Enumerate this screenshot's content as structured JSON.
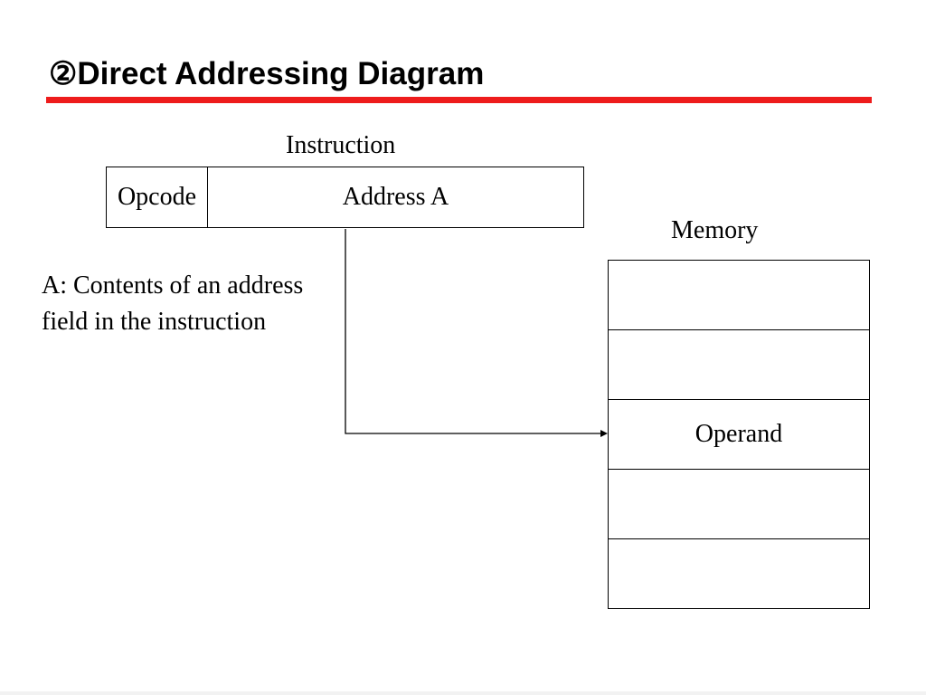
{
  "slide": {
    "title": "②Direct Addressing Diagram",
    "accent_color": "#ee1c1c"
  },
  "instruction": {
    "label": "Instruction",
    "opcode": "Opcode",
    "address": "Address A"
  },
  "note": "A: Contents of an address field in the instruction",
  "memory": {
    "label": "Memory",
    "cells": [
      "",
      "",
      "Operand",
      "",
      ""
    ]
  }
}
